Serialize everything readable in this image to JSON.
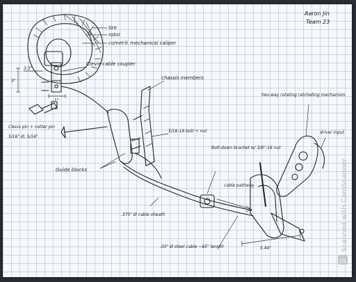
{
  "author": {
    "name": "Aaron Jin",
    "team": "Team 23"
  },
  "labels": {
    "tire": "tire",
    "rotor": "rotor",
    "caliper": "comet® mechanical caliper",
    "clevis_coupler": "Clevis-cable coupler",
    "chassis_members": "chassis members",
    "clevis_pin": "Clevis pin + cotter pin",
    "clevis_pin_size": "5/16\" Ø, 5/16\"",
    "bolt_nut": "5/16-18 bolt + nut",
    "bolt_bracket": "Bolt-down bracket w/ 3/8\"-16 nut",
    "guide_blocks": "Guide blocks",
    "cable_sheath": ".375\" Ø cable sheath",
    "steel_cable": ".05\" Ø steel cable ~65\" length",
    "cable_pathway": "cable pathway",
    "ratchet_mechanism": "two-way rotating ratcheting mechanism",
    "driver_input": "driver input",
    "dim_3_5": "3.5\"",
    "dim_3": "3\"",
    "dim_1": "1\"",
    "dim_5_44": "5.44\""
  },
  "watermark": "Scanned with CamScanner",
  "watermark_badge": "CS"
}
